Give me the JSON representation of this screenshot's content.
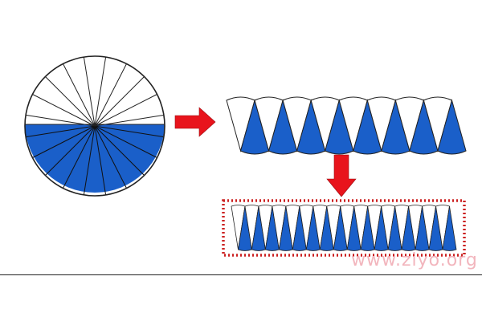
{
  "colors": {
    "fill": "#1a5fc9",
    "white": "#ffffff",
    "stroke": "#222222",
    "arrow": "#e8141c",
    "dotted_border": "#cc2222",
    "watermark": "#f2b2ba"
  },
  "circle": {
    "sectors": 20,
    "filled_half": "bottom"
  },
  "wavy_strip": {
    "pieces": 16,
    "down_pieces": 8,
    "up_pieces": 8
  },
  "parallelogram": {
    "pieces": 32,
    "border_style": "dotted"
  },
  "arrows": [
    {
      "name": "right-arrow",
      "direction": "right"
    },
    {
      "name": "down-arrow",
      "direction": "down"
    }
  ],
  "watermark": {
    "text": "www.ziyo.org"
  }
}
